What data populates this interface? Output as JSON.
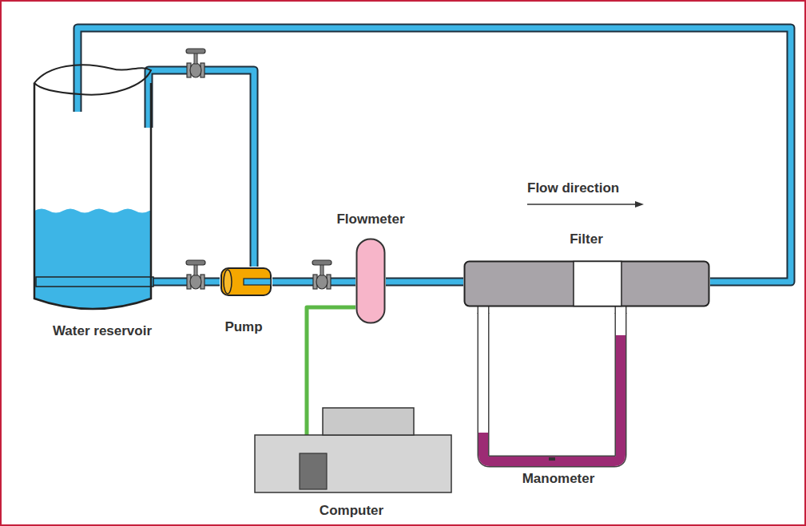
{
  "diagram": {
    "nodes": [
      {
        "text": [
          "Water reservoir"
        ]
      },
      {
        "text": [
          "Pump"
        ]
      },
      {
        "text": [
          "Flowmeter"
        ]
      },
      {
        "text": [
          "Filter"
        ]
      },
      {
        "text": [
          "Manometer"
        ]
      },
      {
        "text": [
          "Computer"
        ]
      }
    ],
    "edges": [
      {
        "from": 0,
        "to": 1,
        "arrow": "none"
      },
      {
        "from": 1,
        "to": 2,
        "arrow": "none"
      },
      {
        "from": 2,
        "to": 3,
        "arrow": "none"
      },
      {
        "from": 3,
        "to": 0,
        "arrow": "none"
      },
      {
        "from": 1,
        "to": 0,
        "arrow": "none"
      },
      {
        "from": 2,
        "to": 5,
        "arrow": "none"
      },
      {
        "from": 3,
        "to": 4,
        "arrow": "none"
      }
    ],
    "labels": [
      "Flow direction"
    ]
  }
}
